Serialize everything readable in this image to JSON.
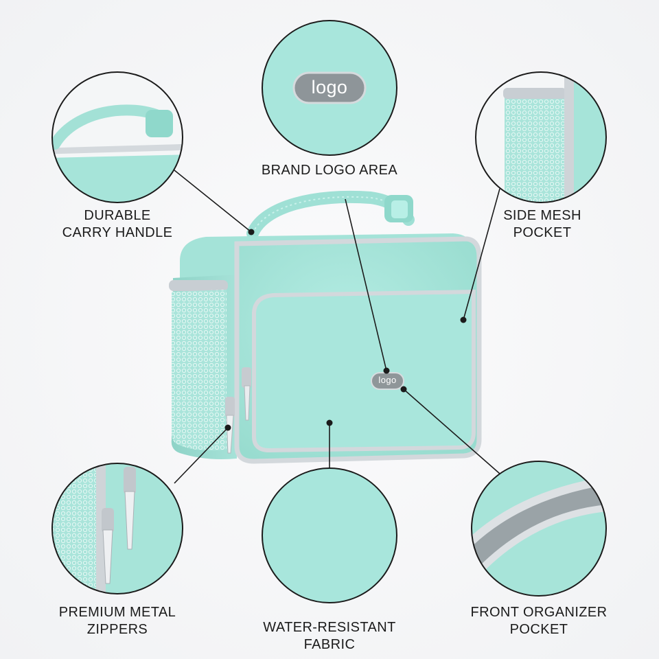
{
  "callouts": {
    "handle": "DURABLE\nCARRY HANDLE",
    "logo_area": "BRAND LOGO AREA",
    "mesh": "SIDE MESH\nPOCKET",
    "zippers": "PREMIUM METAL\nZIPPERS",
    "fabric": "WATER-RESISTANT\nFABRIC",
    "organizer": "FRONT ORGANIZER\nPOCKET"
  },
  "logo_badge_text": "logo",
  "colors": {
    "bag_mint": "#a8e6dc",
    "bag_mint_dark": "#8fd6ca",
    "trim_gray": "#cfd4d8",
    "label_text": "#1b1b1b",
    "background": "#f3f4f6"
  }
}
